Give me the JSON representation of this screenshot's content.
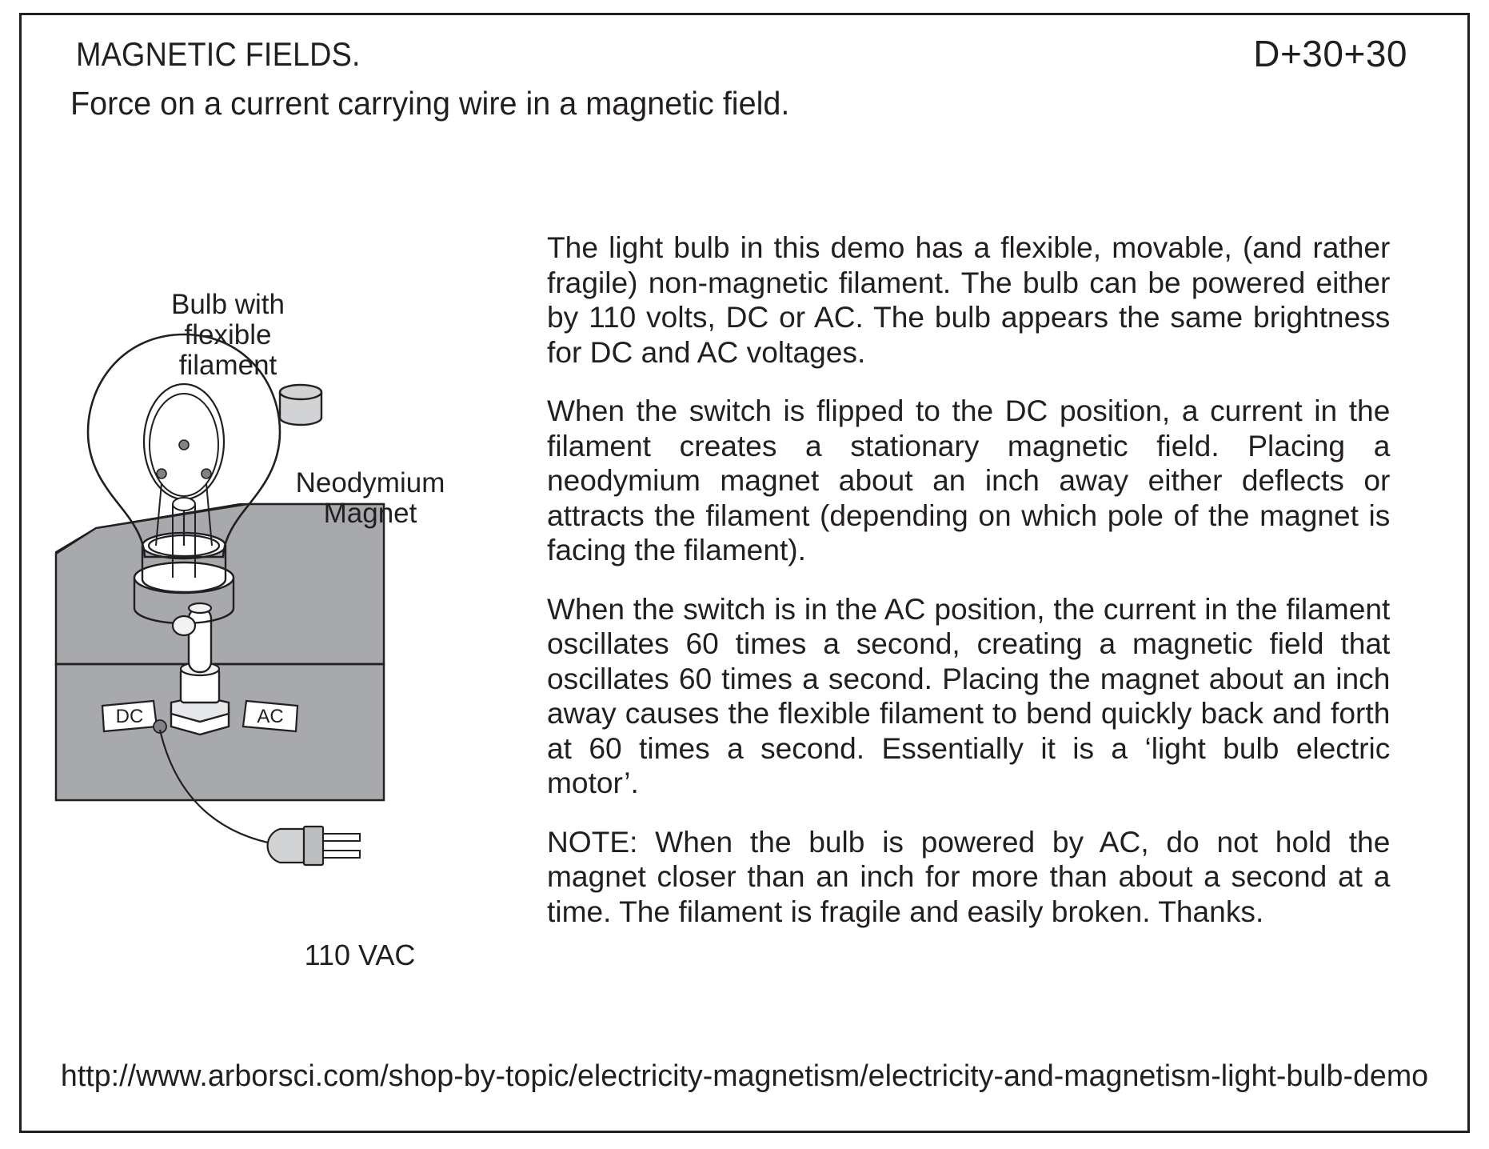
{
  "header": {
    "title": "MAGNETIC FIELDS.",
    "code": "D+30+30",
    "subtitle": "Force on a current carrying wire in a magnetic field."
  },
  "body": {
    "paragraphs": [
      "The light bulb in this demo has a flexible, movable, (and rather fragile) non-magnetic filament. The bulb can be powered either by 110 volts, DC or AC. The bulb appears the same brightness for DC and AC voltages.",
      "When the switch is flipped to the DC position, a current in the filament creates a stationary magnetic field. Placing a neodymium magnet about an inch away either deflects or attracts the filament (depending on which pole of the magnet is facing the filament).",
      "When the switch is in the AC position, the current in the filament oscillates 60 times a second, creating a magnetic field that oscillates 60 times a second. Placing the magnet about an inch away causes the flexible filament to bend quickly back and forth at 60 times a second. Essentially it is a ‘light bulb electric motor’.",
      "NOTE: When the bulb is powered by AC, do not hold the magnet closer than an inch for more than about a second at a time. The filament is fragile and easily broken. Thanks."
    ]
  },
  "diagram": {
    "bulb_label": "Bulb with\nflexible\nfilament",
    "magnet_label": "Neodymium\nMagnet",
    "power_label": "110 VAC",
    "switch_left_label": "DC",
    "switch_right_label": "AC",
    "colors": {
      "line": "#231f20",
      "box_top": "#a7a9ac",
      "box_front": "#a7a9ac",
      "magnet_fill": "#d1d3d4",
      "socket_fill": "#ffffff",
      "plug_fill": "#d1d3d4",
      "node_fill": "#808285"
    }
  },
  "footer": {
    "url": "http://www.arborsci.com/shop-by-topic/electricity-magnetism/electricity-and-magnetism-light-bulb-demo"
  }
}
